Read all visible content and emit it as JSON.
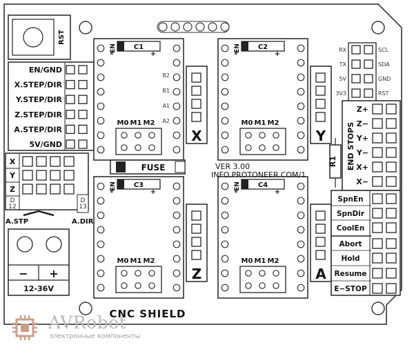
{
  "board": {
    "title": "CNC SHIELD",
    "version": "VER 3.00",
    "website": "INFO.PROTONEER.COM/1",
    "fuse": "FUSE",
    "resistor": "R1",
    "rst": "RST"
  },
  "left_header": {
    "items": [
      "EN/GND",
      "X.STEP/DIR",
      "Y.STEP/DIR",
      "Z.STEP/DIR",
      "A.STEP/DIR",
      "5V/GND"
    ]
  },
  "axis_block": {
    "rows": [
      "X",
      "Y",
      "Z"
    ],
    "left_label": "D\n12",
    "left_label_top": "D",
    "left_label_bottom": "12",
    "right_label_top": "D",
    "right_label_bottom": "13",
    "a_step": "A.STP",
    "a_dir": "A.DIR"
  },
  "power": {
    "minus": "−",
    "plus": "+",
    "voltage": "12-36V"
  },
  "drivers": [
    {
      "cap": "C1",
      "axis": "X",
      "en": "EN",
      "star": "*",
      "m": [
        "M0",
        "M1",
        "M2"
      ],
      "side": [
        "B2",
        "B1",
        "A1",
        "A2"
      ],
      "plus": "+"
    },
    {
      "cap": "C2",
      "axis": "Y",
      "en": "EN",
      "star": "*",
      "m": [
        "M0",
        "M1",
        "M2"
      ],
      "plus": "+"
    },
    {
      "cap": "C3",
      "axis": "Z",
      "en": "EN",
      "star": "*",
      "m": [
        "M0",
        "M1",
        "M2"
      ],
      "plus": "+"
    },
    {
      "cap": "C4",
      "axis": "A",
      "en": "EN",
      "star": "*",
      "m": [
        "M0",
        "M1",
        "M2"
      ],
      "plus": "+"
    }
  ],
  "i2c": {
    "left": [
      "RX",
      "TX",
      "5V",
      "3V3"
    ],
    "right": [
      "SCL",
      "SDA",
      "GND",
      "RST"
    ]
  },
  "end_stops": {
    "title": "END STOPS",
    "items": [
      "Z+",
      "Z−",
      "Y+",
      "Y−",
      "X+",
      "X−"
    ]
  },
  "controls": {
    "items": [
      "SpnEn",
      "SpnDir",
      "CoolEn",
      "Abort",
      "Hold",
      "Resume",
      "E−STOP"
    ]
  },
  "brand": {
    "name": "AVRobot",
    "subtitle": "электронные компоненты"
  }
}
